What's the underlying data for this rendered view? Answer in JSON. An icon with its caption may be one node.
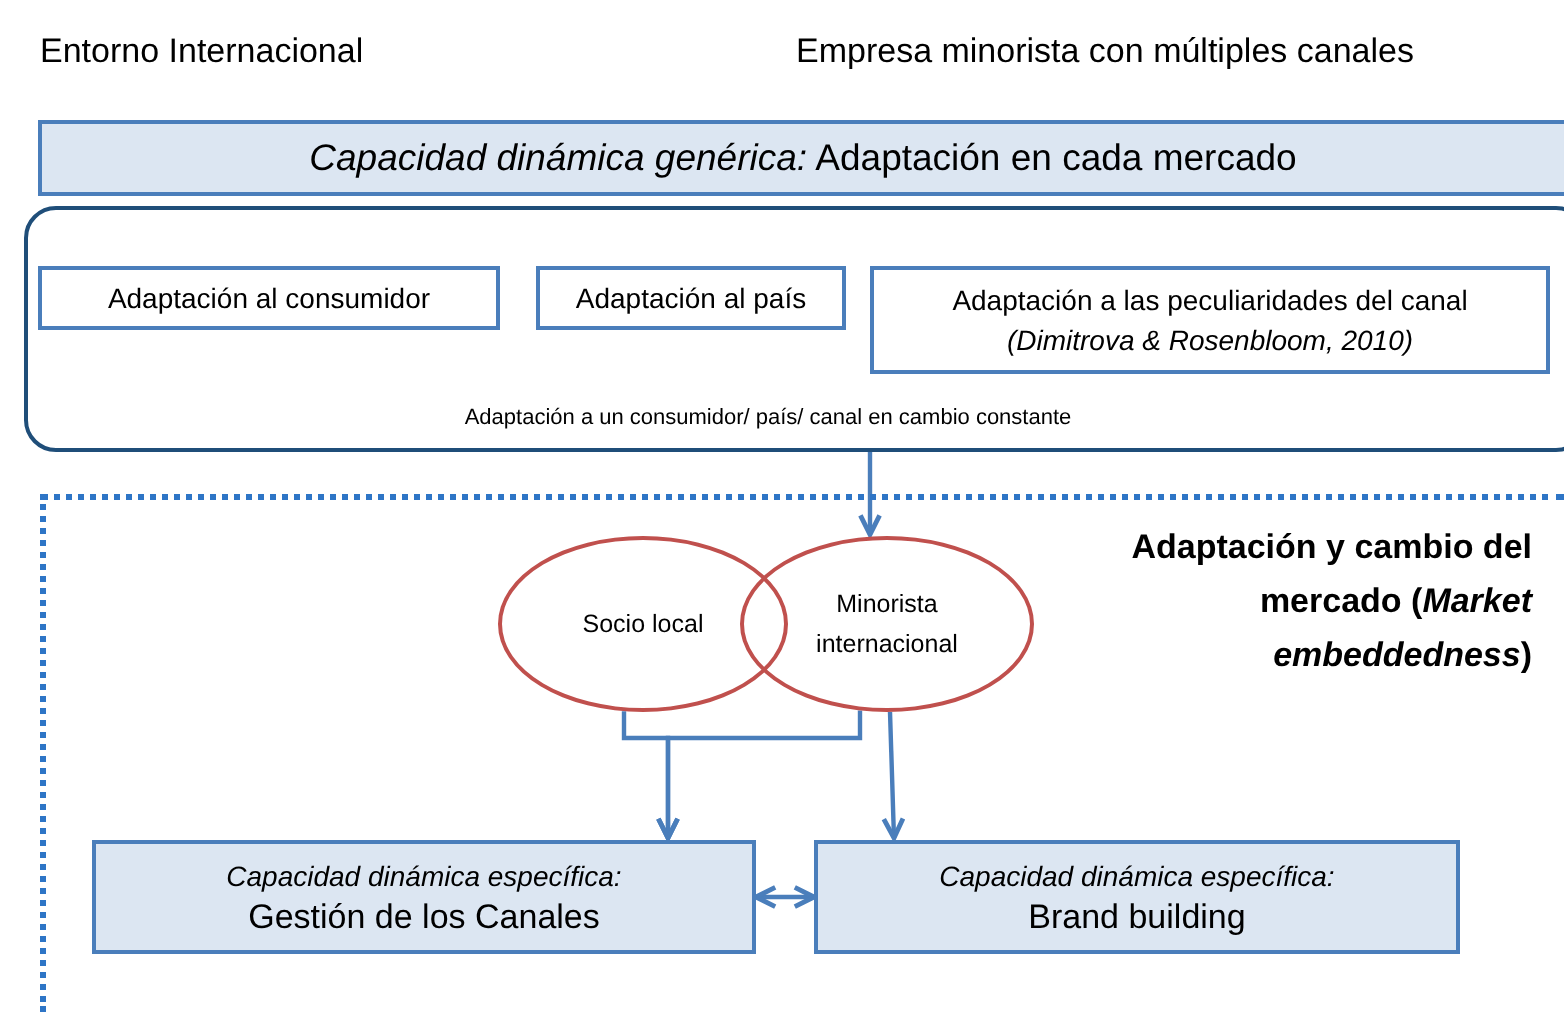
{
  "diagram": {
    "nodes": [
      {
        "text": [
          "*Capacidad dinámica genérica:* Adaptación en cada mercado"
        ]
      },
      {
        "text": [
          "Adaptación a un consumidor/ país/ canal en cambio constante"
        ]
      },
      {
        "text": [
          "Adaptación al consumidor"
        ],
        "in": 1
      },
      {
        "text": [
          "Adaptación al país"
        ],
        "in": 1
      },
      {
        "text": [
          "Adaptación a las peculiaridades del canal",
          "(Dimitrova & Rosenbloom, 2010)"
        ],
        "in": 1
      },
      {
        "text": [
          "Adaptación y cambio del mercado (*Market embeddedness*)"
        ]
      },
      {
        "text": [
          "Socio local"
        ],
        "in": 5
      },
      {
        "text": [
          "Minorista internacional"
        ],
        "in": 5
      },
      {
        "text": [
          "Capacidad dinámica específica:",
          "Gestión de los Canales"
        ],
        "in": 5
      },
      {
        "text": [
          "Capacidad dinámica específica:",
          "Brand building"
        ],
        "in": 5
      }
    ],
    "edges": [
      {
        "from": 1,
        "to": 7,
        "arrow": "to"
      },
      {
        "from": 6,
        "to": 8,
        "arrow": "to"
      },
      {
        "from": 7,
        "to": 8,
        "arrow": "to"
      },
      {
        "from": 7,
        "to": 9,
        "arrow": "to"
      },
      {
        "from": 8,
        "to": 9,
        "arrow": "both"
      }
    ],
    "labels": [
      "Entorno Internacional",
      "Empresa minorista con múltiples canales"
    ]
  }
}
